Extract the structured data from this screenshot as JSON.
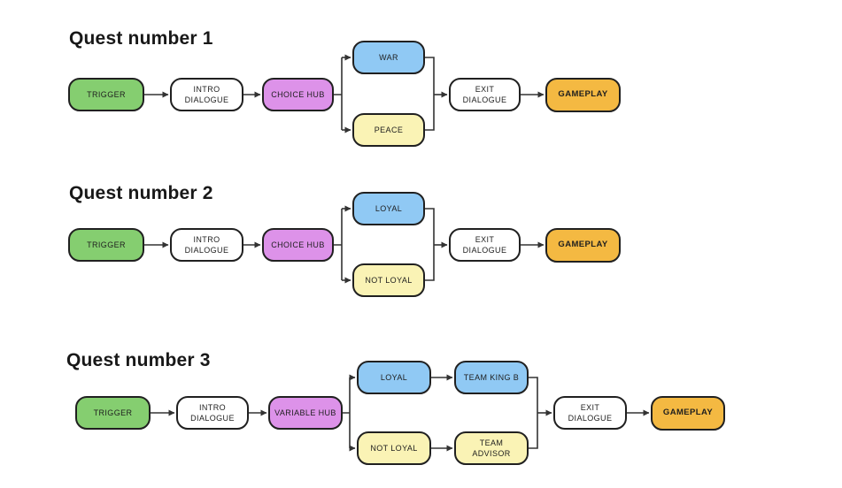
{
  "colors": {
    "green": "#85CE70",
    "purple": "#DD92E9",
    "blue": "#90C9F4",
    "yellow": "#FAF3B5",
    "orange": "#F4B942",
    "white": "#FFFFFF",
    "line": "#333333",
    "border": "#202020",
    "title_text": "#181818"
  },
  "quests": [
    {
      "title": "Quest number 1",
      "nodes": {
        "trigger": "TRIGGER",
        "intro": "INTRO DIALOGUE",
        "hub": "CHOICE HUB",
        "branch_top": "WAR",
        "branch_bottom": "PEACE",
        "exit": "EXIT DIALOGUE",
        "gameplay": "GAMEPLAY"
      }
    },
    {
      "title": "Quest number 2",
      "nodes": {
        "trigger": "TRIGGER",
        "intro": "INTRO DIALOGUE",
        "hub": "CHOICE HUB",
        "branch_top": "LOYAL",
        "branch_bottom": "NOT LOYAL",
        "exit": "EXIT DIALOGUE",
        "gameplay": "GAMEPLAY"
      }
    },
    {
      "title": "Quest number 3",
      "nodes": {
        "trigger": "TRIGGER",
        "intro": "INTRO DIALOGUE",
        "hub": "VARIABLE HUB",
        "branch_top": "LOYAL",
        "branch_top_2": "TEAM KING B",
        "branch_bottom": "NOT LOYAL",
        "branch_bottom_2": "TEAM ADVISOR",
        "exit": "EXIT DIALOGUE",
        "gameplay": "GAMEPLAY"
      }
    }
  ]
}
